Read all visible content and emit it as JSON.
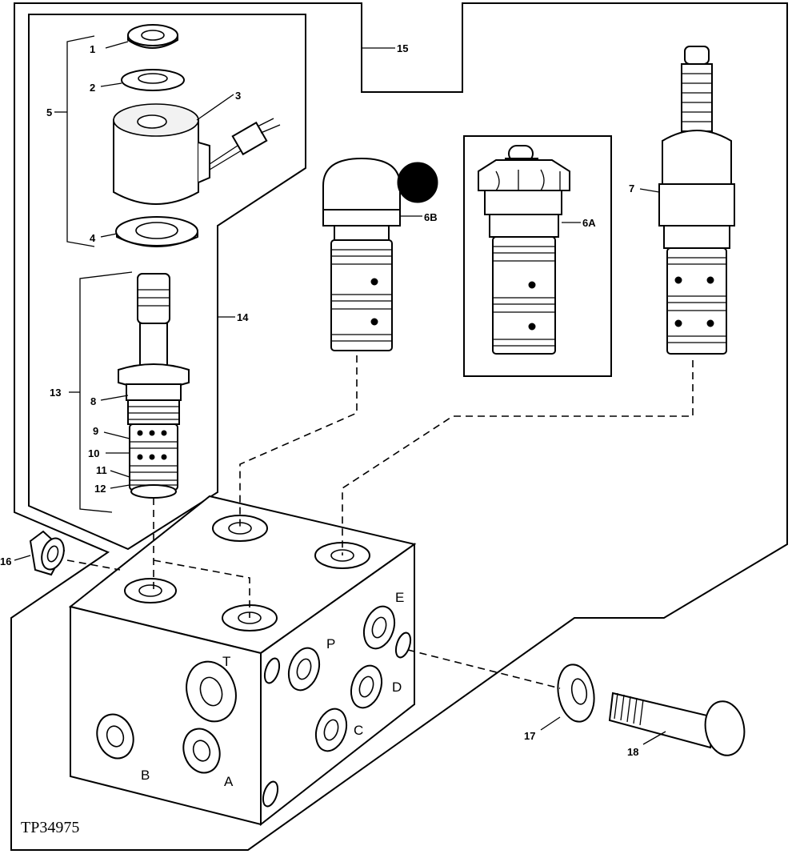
{
  "drawing_code": "TP34975",
  "callouts": {
    "c1": "1",
    "c2": "2",
    "c3": "3",
    "c4": "4",
    "c5": "5",
    "c6a": "6A",
    "c6b": "6B",
    "c7": "7",
    "c8": "8",
    "c9": "9",
    "c10": "10",
    "c11": "11",
    "c12": "12",
    "c13": "13",
    "c14": "14",
    "c15": "15",
    "c16": "16",
    "c17": "17",
    "c18": "18"
  },
  "ports": {
    "T": "T",
    "P": "P",
    "E": "E",
    "D": "D",
    "C": "C",
    "B": "B",
    "A": "A"
  }
}
